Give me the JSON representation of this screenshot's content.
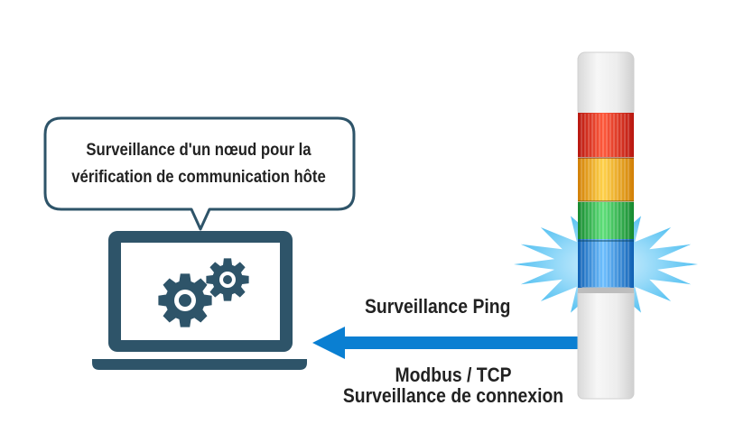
{
  "bubble": {
    "line1": "Surveillance d'un nœud pour la",
    "line2": "vérification de communication hôte"
  },
  "arrow": {
    "ping_label": "Surveillance Ping",
    "protocol_label": "Modbus / TCP",
    "connection_label": "Surveillance de connexion"
  },
  "colors": {
    "laptop": "#2e5469",
    "arrow": "#0a7fd2",
    "tier_red": "#e0261b",
    "tier_orange": "#f3a511",
    "tier_green": "#27b34a",
    "tier_blue": "#1c84e4",
    "glow": "#7fd2f7",
    "tower_body": "#ececec"
  },
  "icons": {
    "computer": "laptop-icon",
    "process": "gears-icon",
    "device": "signal-tower-icon"
  }
}
